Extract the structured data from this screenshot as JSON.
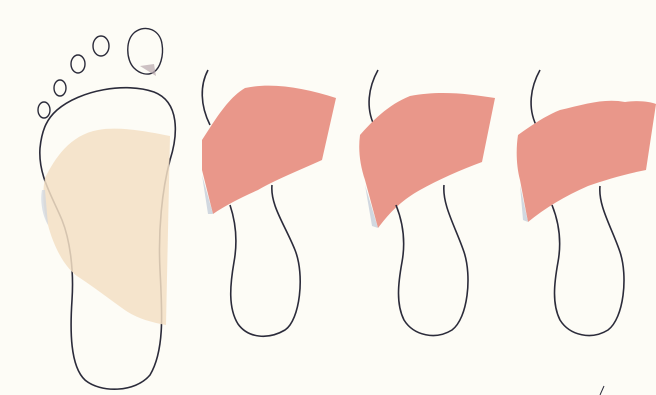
{
  "diagram": {
    "panels": [
      {
        "id": "full-foot",
        "fill": "#f3dfc4",
        "outline": "#2b2b3a",
        "toes_visible": true
      },
      {
        "id": "foot-view-2",
        "fill": "#e9978a",
        "outline": "#2b2b3a",
        "toes_visible": false
      },
      {
        "id": "foot-view-3",
        "fill": "#e9978a",
        "outline": "#2b2b3a",
        "toes_visible": false
      },
      {
        "id": "foot-view-4",
        "fill": "#e9978a",
        "outline": "#2b2b3a",
        "toes_visible": false
      }
    ],
    "colors": {
      "background": "#fdfcf6",
      "outline": "#2b2b3a",
      "beige_patch": "#f3dfc4",
      "salmon_patch": "#e9978a"
    }
  }
}
